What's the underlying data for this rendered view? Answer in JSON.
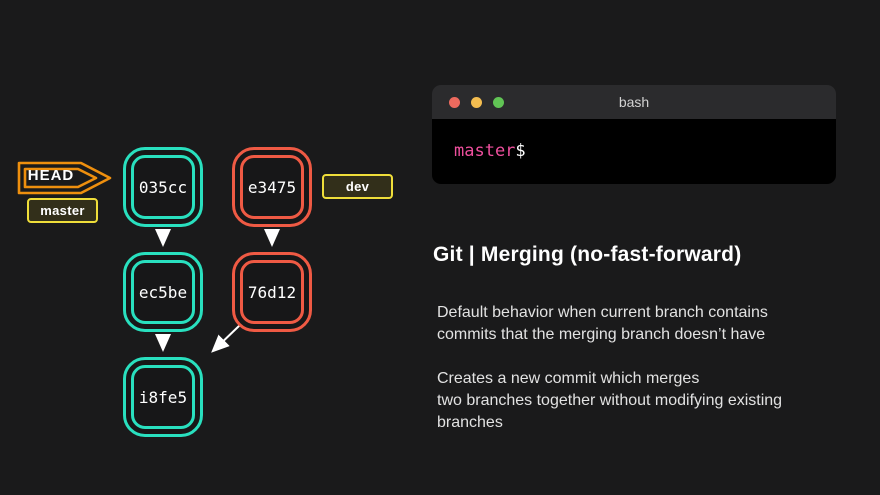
{
  "colors": {
    "background": "#1a1a1b",
    "teal": "#29e0bf",
    "coral": "#ef5a44",
    "yellow": "#efde3a",
    "orange": "#ee8f0e",
    "pink": "#ee4f9d",
    "arrow": "#ffffff"
  },
  "diagram": {
    "head_pointer": {
      "label": "HEAD"
    },
    "branches": {
      "master": "master",
      "dev": "dev"
    },
    "commits": [
      {
        "id": "035cc",
        "branch": "master",
        "color": "teal"
      },
      {
        "id": "e3475",
        "branch": "dev",
        "color": "coral"
      },
      {
        "id": "ec5be",
        "branch": "master",
        "color": "teal"
      },
      {
        "id": "76d12",
        "branch": "dev",
        "color": "coral"
      },
      {
        "id": "i8fe5",
        "branch": "master",
        "color": "teal"
      }
    ],
    "edges": [
      {
        "from": "035cc",
        "to": "ec5be"
      },
      {
        "from": "e3475",
        "to": "76d12"
      },
      {
        "from": "ec5be",
        "to": "i8fe5"
      },
      {
        "from": "76d12",
        "to": "i8fe5"
      }
    ]
  },
  "terminal": {
    "title": "bash",
    "prompt": {
      "branch": "master",
      "symbol": "$"
    },
    "window_buttons": [
      "close",
      "minimize",
      "maximize"
    ]
  },
  "content": {
    "heading": "Git | Merging (no-fast-forward)",
    "paragraphs": [
      "Default behavior when current branch contains\ncommits that the merging branch doesn’t have",
      "Creates a new commit which merges\ntwo branches together without modifying existing\nbranches"
    ]
  }
}
